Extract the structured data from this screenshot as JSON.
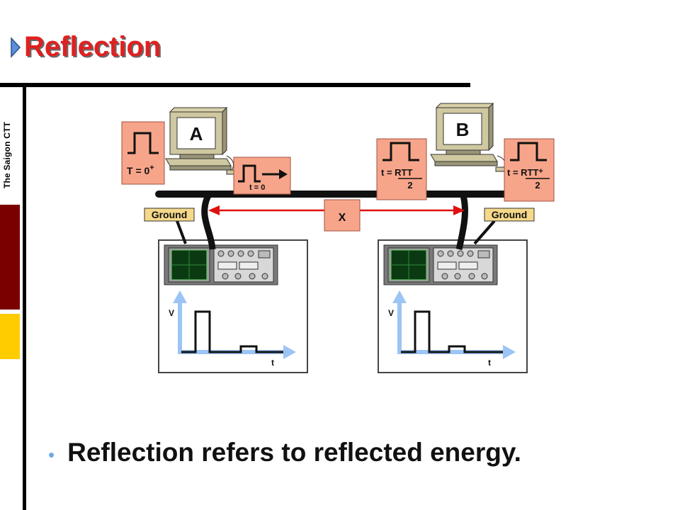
{
  "slide": {
    "title": "Reflection",
    "brand": "The Saigon CTT",
    "bullet": "Reflection refers to reflected energy."
  },
  "diagram": {
    "computer_a_label": "A",
    "computer_b_label": "B",
    "pulse_a_label_main": "T = 0",
    "pulse_a_label_sup": "+",
    "pulse_start_label": "t = 0",
    "pulse_mid_num": "t = RTT",
    "pulse_mid_den": "2",
    "pulse_right_num": "t = RTT",
    "pulse_right_sup": "+",
    "pulse_right_den": "2",
    "ground_left": "Ground",
    "ground_right": "Ground",
    "distance_label": "X",
    "scope_left_v": "V",
    "scope_left_t": "t",
    "scope_right_v": "V",
    "scope_right_t": "t"
  },
  "colors": {
    "title": "#e02020",
    "accent_blue": "#6ea8e8",
    "salmon": "#f7a58a",
    "ground_fill": "#f5d98a",
    "red_bar": "#7a0000",
    "yellow_bar": "#ffcc00"
  }
}
